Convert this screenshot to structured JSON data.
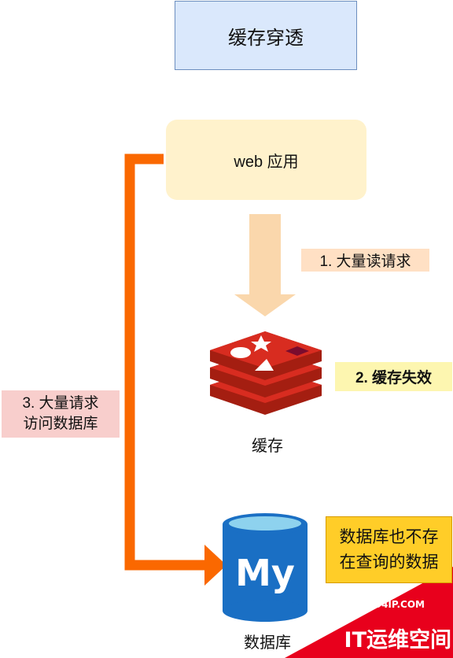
{
  "title": "缓存穿透",
  "web_app": "web 应用",
  "step1_label": "1. 大量读请求",
  "step2_label": "2. 缓存失效",
  "step3_label": [
    "3. 大量请求",
    "访问数据库"
  ],
  "cache_caption": "缓存",
  "db_caption": "数据库",
  "db_icon_text": "My",
  "note_lines": [
    "数据库也不存",
    "在查询的数据"
  ],
  "watermark": {
    "url": "WWW.94IP.COM",
    "name": "IT运维空间"
  },
  "colors": {
    "title_fill": "#dae8fc",
    "web_fill": "#fff2cc",
    "down_arrow": "#fad7ac",
    "side_arrow": "#fa6800",
    "redis_red": "#c6302b",
    "db_blue": "#1a6fc4",
    "db_top": "#8ed2ee",
    "note_fill": "#ffcd28",
    "watermark_red": "#e8001c"
  },
  "icons": [
    "redis-icon",
    "mysql-database-icon"
  ]
}
